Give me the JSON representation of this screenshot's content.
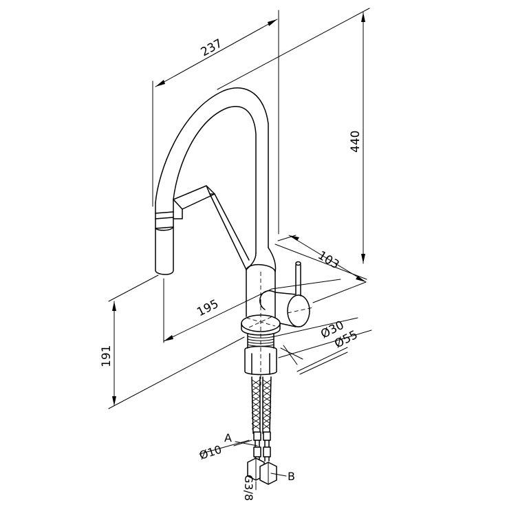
{
  "dimensions": {
    "reach": "237",
    "height": "440",
    "base_depth": "103",
    "spout_reach": "195",
    "spout_height": "191",
    "diameter_30": "Ø30",
    "diameter_55": "Ø55",
    "hose_diameter": "Ø10"
  },
  "labels": {
    "hose_a": "A",
    "hose_b": "B",
    "thread": "G3/8"
  }
}
